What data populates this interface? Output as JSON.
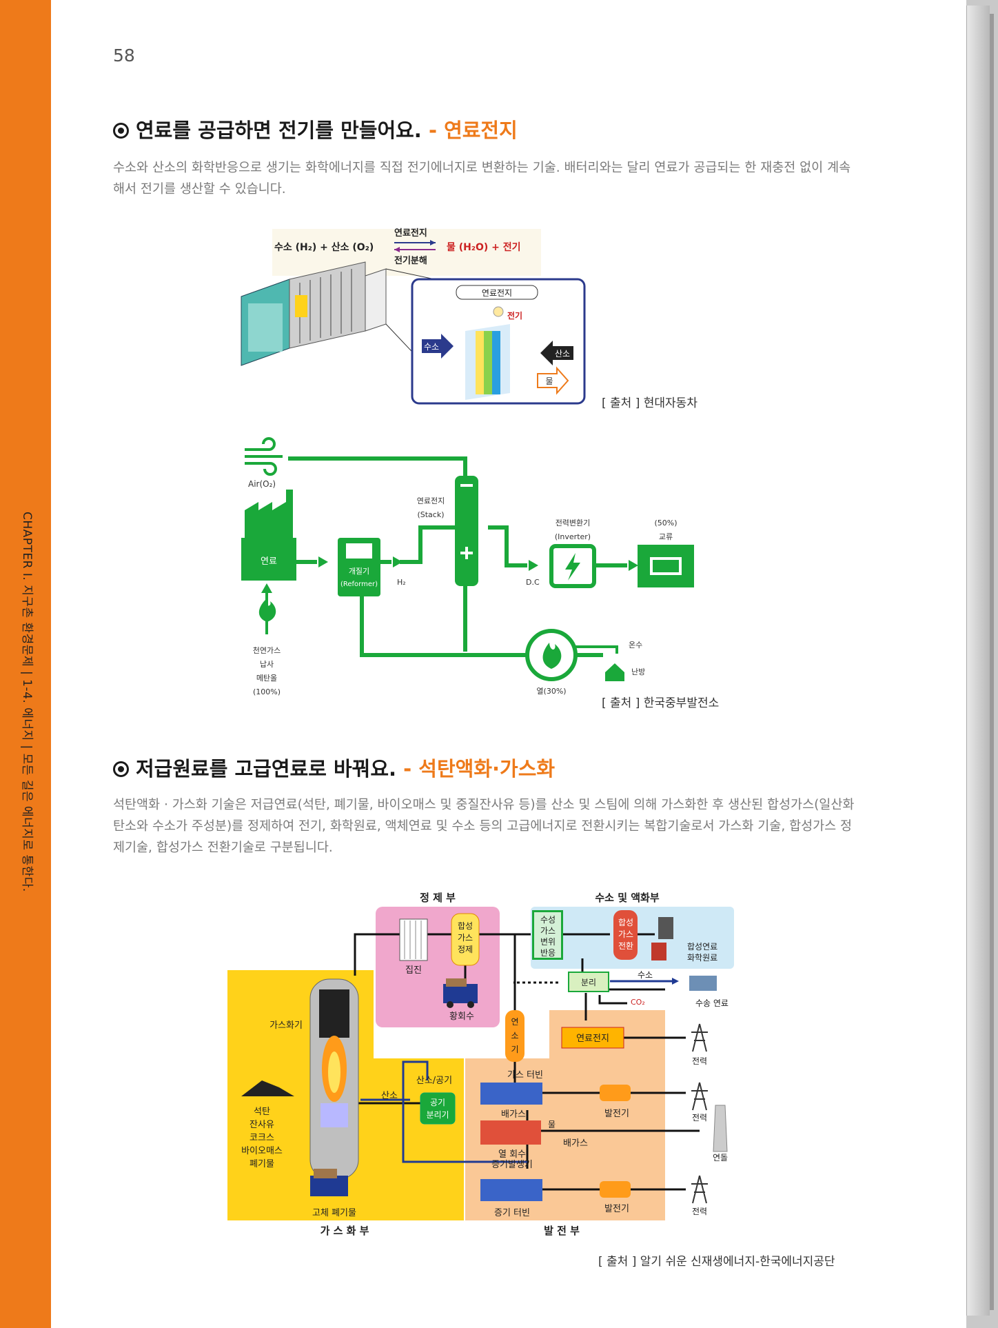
{
  "page_number": "58",
  "sidebar_text": "CHAPTER I. 지구촌 환경문제  |  1-4. 에너지  |  모든 길은 에너지로 통한다.",
  "section1": {
    "title": "연료를 공급하면 전기를 만들어요.",
    "subtitle": "- 연료전지",
    "body": "수소와 산소의 화학반응으로 생기는 화학에너지를 직접 전기에너지로 변환하는 기술. 배터리와는 달리 연료가 공급되는 한 재충전 없이 계속해서 전기를 생산할 수 있습니다.",
    "fig1": {
      "eq_left": "수소 (H₂)  +  산소 (O₂)",
      "eq_top": "연료전지",
      "eq_bottom": "전기분해",
      "eq_right": "물 (H₂O)  +  전기",
      "label_cell": "연료전지",
      "label_elec": "전기",
      "label_h2": "수소",
      "label_o2": "산소",
      "label_water": "물",
      "source": "[ 출처 ] 현대자동차"
    },
    "fig2": {
      "air": "Air(O₂)",
      "fuel": "연료",
      "reformer_1": "개질기",
      "reformer_2": "(Reformer)",
      "h2": "H₂",
      "stack_1": "연료전지",
      "stack_2": "(Stack)",
      "inverter_1": "전력변환기",
      "inverter_2": "(Inverter)",
      "dc": "D.C",
      "ac_1": "(50%)",
      "ac_2": "교류",
      "gas_1": "천연가스",
      "gas_2": "납사",
      "gas_3": "메탄올",
      "gas_4": "(100%)",
      "heat": "열(30%)",
      "hot_water": "온수",
      "heating": "난방",
      "source": "[ 출처 ] 한국중부발전소"
    }
  },
  "section2": {
    "title": "저급원료를 고급연료로 바꿔요.",
    "subtitle": "- 석탄액화·가스화",
    "body": "석탄액화 · 가스화 기술은 저급연료(석탄, 폐기물, 바이오매스 및 중질잔사유 등)를 산소 및 스팀에 의해 가스화한 후 생산된 합성가스(일산화탄소와 수소가 주성분)를 정제하여 전기, 화학원료, 액체연료 및 수소 등의 고급에너지로 전환시키는 복합기술로서 가스화 기술, 합성가스 정제기술, 합성가스 전환기술로 구분됩니다.",
    "fig3": {
      "refining": "정 제 부",
      "hydrogen": "수소 및 액화부",
      "gasification": "가 스 화 부",
      "power": "발 전 부",
      "collect": "집진",
      "syngas_clean_1": "합성",
      "syngas_clean_2": "가스",
      "syngas_clean_3": "정제",
      "sulfur": "황회수",
      "shift_1": "수성",
      "shift_2": "가스",
      "shift_3": "변위",
      "shift_4": "반응",
      "convert_1": "합성",
      "convert_2": "가스",
      "convert_3": "전환",
      "product_1": "합성연료",
      "product_2": "화학원료",
      "separate": "분리",
      "h2": "수소",
      "co2": "CO₂",
      "h2_fuel": "수송 연료",
      "gasifier": "가스화기",
      "fuel_gas_1": "연",
      "fuel_gas_2": "소",
      "fuel_gas_3": "기",
      "fuel_cell": "연료전지",
      "electricity": "전력",
      "feed_1": "석탄",
      "feed_2": "잔사유",
      "feed_3": "코크스",
      "feed_4": "바이오매스",
      "feed_5": "폐기물",
      "oxy_air": "산소/공기",
      "oxygen": "산소",
      "asu_1": "공기",
      "asu_2": "분리기",
      "gas_turbine": "가스 터빈",
      "exhaust": "배가스",
      "generator": "발전기",
      "water": "물",
      "exhaust2": "배가스",
      "hrsg_1": "열 회수",
      "hrsg_2": "증기발생기",
      "stack": "연돌",
      "steam_turbine": "증기 터빈",
      "solid_waste": "고체 폐기물",
      "source": "[ 출처 ] 알기 쉬운 신재생에너지-한국에너지공단"
    }
  },
  "colors": {
    "accent": "#ee7a1a",
    "green": "#1aa83a",
    "refine_bg": "#f0a7cc",
    "hydrogen_bg": "#cfe9f6",
    "gasify_bg": "#ffd21a",
    "power_bg": "#fac896"
  }
}
